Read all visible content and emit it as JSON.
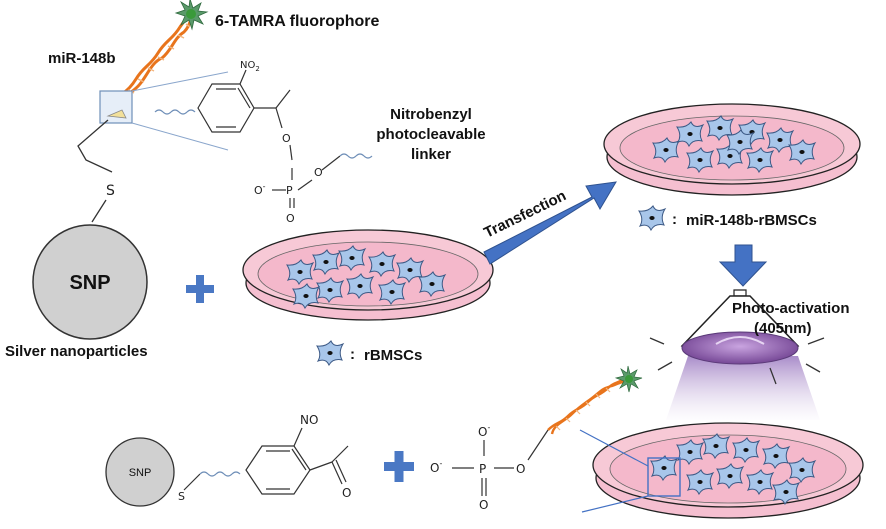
{
  "labels": {
    "fluorophore": "6-TAMRA fluorophore",
    "mirna": "miR-148b",
    "linker_line1": "Nitrobenzyl",
    "linker_line2": "photocleavable",
    "linker_line3": "linker",
    "snp": "SNP",
    "snp_small": "SNP",
    "silver_np": "Silver nanoparticles",
    "transfection": "Transfection",
    "transfected_cells": "miR-148b-rBMSCs",
    "cells": "rBMSCs",
    "legend_colon": ":",
    "photo_line1": "Photo-activation",
    "photo_line2": "(405nm)"
  },
  "chem": {
    "sulfur": "S",
    "nitro_top": "NO",
    "nitro_sub": "2",
    "nitroso": "NO",
    "oxygen": "O",
    "phosphorus": "P",
    "o_minus": "O",
    "minus": "-"
  },
  "colors": {
    "helix_orange": "#e8741c",
    "fluorophore_green": "#3a9a3a",
    "dish_pink": "#f5bfd0",
    "cell_blue": "#a8c6ea",
    "arrow_blue": "#4472c4",
    "plus_blue": "#4a78c4",
    "snp_gray": "#d0d0d0",
    "lamp_purple": "#8a5aa8"
  }
}
